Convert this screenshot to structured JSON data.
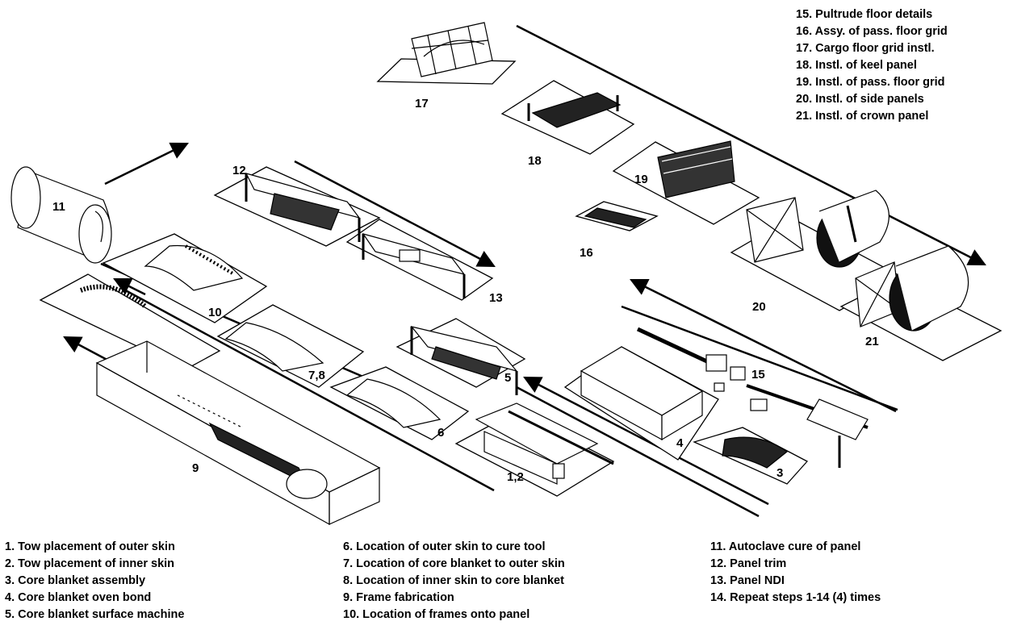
{
  "legend_top": [
    "15. Pultrude floor details",
    "16. Assy. of pass. floor grid",
    "17. Cargo floor grid instl.",
    "18. Instl. of keel panel",
    "19. Instl. of pass. floor grid",
    "20. Instl. of side panels",
    "21. Instl. of crown panel"
  ],
  "legend_col1": [
    "1. Tow placement of outer skin",
    "2. Tow placement of inner skin",
    "3. Core blanket assembly",
    "4. Core blanket oven bond",
    "5. Core blanket surface machine"
  ],
  "legend_col2": [
    "6. Location of outer skin to cure tool",
    "7. Location of core blanket to outer skin",
    "8. Location of inner skin to core blanket",
    "9. Frame fabrication",
    "10. Location of frames onto panel"
  ],
  "legend_col3": [
    "11.  Autoclave cure of panel",
    "12.  Panel trim",
    "13. Panel NDI",
    "14. Repeat steps 1-14 (4) times"
  ],
  "station_labels": {
    "s1_2": "1,2",
    "s3": "3",
    "s4": "4",
    "s5": "5",
    "s6": "6",
    "s7_8": "7,8",
    "s9": "9",
    "s10": "10",
    "s11": "11",
    "s12": "12",
    "s13": "13",
    "s15": "15",
    "s16": "16",
    "s17": "17",
    "s18": "18",
    "s19": "19",
    "s20": "20",
    "s21": "21"
  }
}
